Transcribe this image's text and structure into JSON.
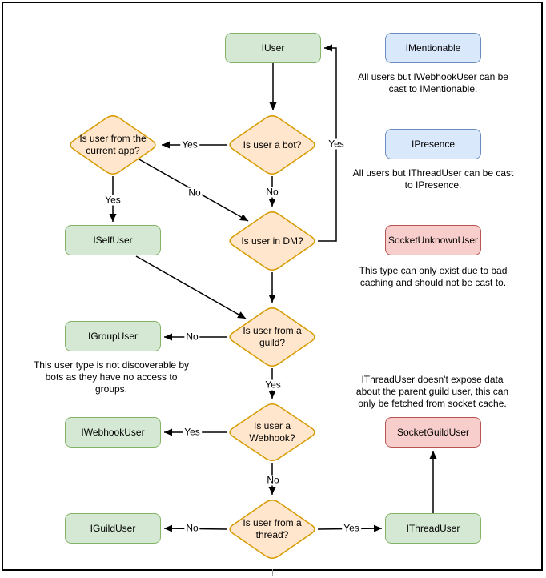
{
  "colors": {
    "interface_fill": "#d5e8d4",
    "interface_border": "#82b366",
    "decision_fill": "#ffe6cc",
    "decision_border": "#d79b00",
    "castable_fill": "#dae8fc",
    "castable_border": "#6c8ebf",
    "socket_fill": "#f8cecc",
    "socket_border": "#b85450",
    "edge_color": "#000000"
  },
  "nodes": {
    "iuser": {
      "label": "IUser"
    },
    "iselfuser": {
      "label": "ISelfUser"
    },
    "igroupuser": {
      "label": "IGroupUser"
    },
    "iwebhookuser": {
      "label": "IWebhookUser"
    },
    "iguilduser": {
      "label": "IGuildUser"
    },
    "ithreaduser": {
      "label": "IThreadUser"
    },
    "imentionable": {
      "label": "IMentionable"
    },
    "ipresence": {
      "label": "IPresence"
    },
    "socketunknownuser": {
      "label": "SocketUnknownUser"
    },
    "socketguilduser": {
      "label": "SocketGuildUser"
    }
  },
  "decisions": {
    "is_bot": {
      "label": "Is user a bot?"
    },
    "is_current_app": {
      "label": "Is user from the current app?"
    },
    "is_dm": {
      "label": "Is user in DM?"
    },
    "is_guild": {
      "label": "Is user from a guild?"
    },
    "is_webhook": {
      "label": "Is user a Webhook?"
    },
    "is_thread": {
      "label": "Is user from a thread?"
    }
  },
  "edge_labels": {
    "bot_yes": "Yes",
    "bot_no": "No",
    "app_yes": "Yes",
    "app_no": "No",
    "dm_yes": "Yes",
    "guild_no": "No",
    "guild_yes": "Yes",
    "webhook_yes": "Yes",
    "webhook_no": "No",
    "thread_no": "No",
    "thread_yes": "Yes"
  },
  "notes": {
    "mentionable": "All users but IWebhookUser can be cast to IMentionable.",
    "presence": "All users but IThreadUser can be cast to IPresence.",
    "unknown": "This type can only exist due to bad caching and should not be cast to.",
    "group": "This user type is not discoverable by bots as they have no access to groups.",
    "thread": "IThreadUser doesn't expose data about the parent guild user, this can only be fetched from socket cache."
  }
}
